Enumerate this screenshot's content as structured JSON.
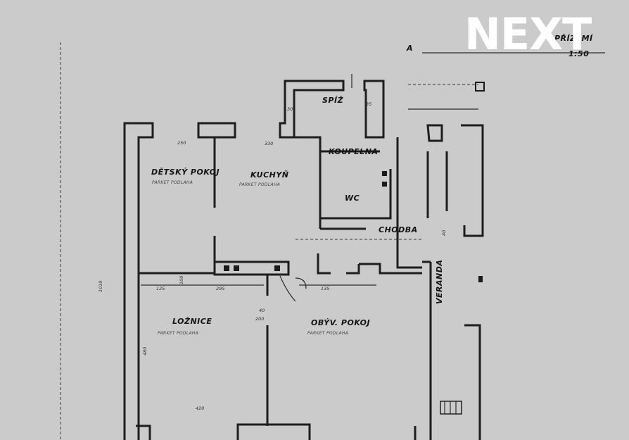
{
  "logo": {
    "text": "NEXT"
  },
  "header": {
    "title": "PŘÍZEMÍ",
    "scale": "1:50",
    "mark": "A"
  },
  "rooms": [
    {
      "name": "DĚTSKÝ POKOJ",
      "floor": "PARKET PODLAHA"
    },
    {
      "name": "KUCHYŇ",
      "floor": "PARKET PODLAHA"
    },
    {
      "name": "SPÍŽ",
      "floor": ""
    },
    {
      "name": "KOUPELNA",
      "floor": ""
    },
    {
      "name": "WC",
      "floor": ""
    },
    {
      "name": "CHODBA",
      "floor": ""
    },
    {
      "name": "LOŽNICE",
      "floor": "PARKET PODLAHA"
    },
    {
      "name": "OBÝV. POKOJ",
      "floor": "PARKET PODLAHA"
    },
    {
      "name": "VERANDA",
      "floor": ""
    }
  ],
  "dimensions": [
    "250",
    "330",
    "295",
    "125",
    "420",
    "100",
    "135",
    "40",
    "200",
    "480",
    "1010",
    "30",
    "35",
    "40"
  ]
}
